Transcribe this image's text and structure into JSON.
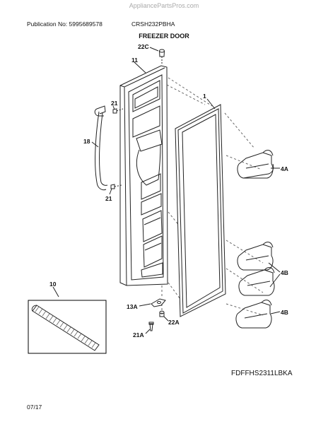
{
  "watermark": "AppliancePartsPros.com",
  "header": {
    "publication": "Publication No: 5995689578",
    "model": "CRSH232PBHA",
    "title": "FREEZER DOOR"
  },
  "footer": {
    "diagram_code": "FDFFHS2311LBKA",
    "date": "07/17"
  },
  "callouts": {
    "c22C": "22C",
    "c11": "11",
    "c1": "1",
    "c21_top": "21",
    "c18": "18",
    "c21_bottom": "21",
    "c4A": "4A",
    "c4B_1": "4B",
    "c4B_2": "4B",
    "c10": "10",
    "c13A": "13A",
    "c22A": "22A",
    "c21A": "21A"
  }
}
